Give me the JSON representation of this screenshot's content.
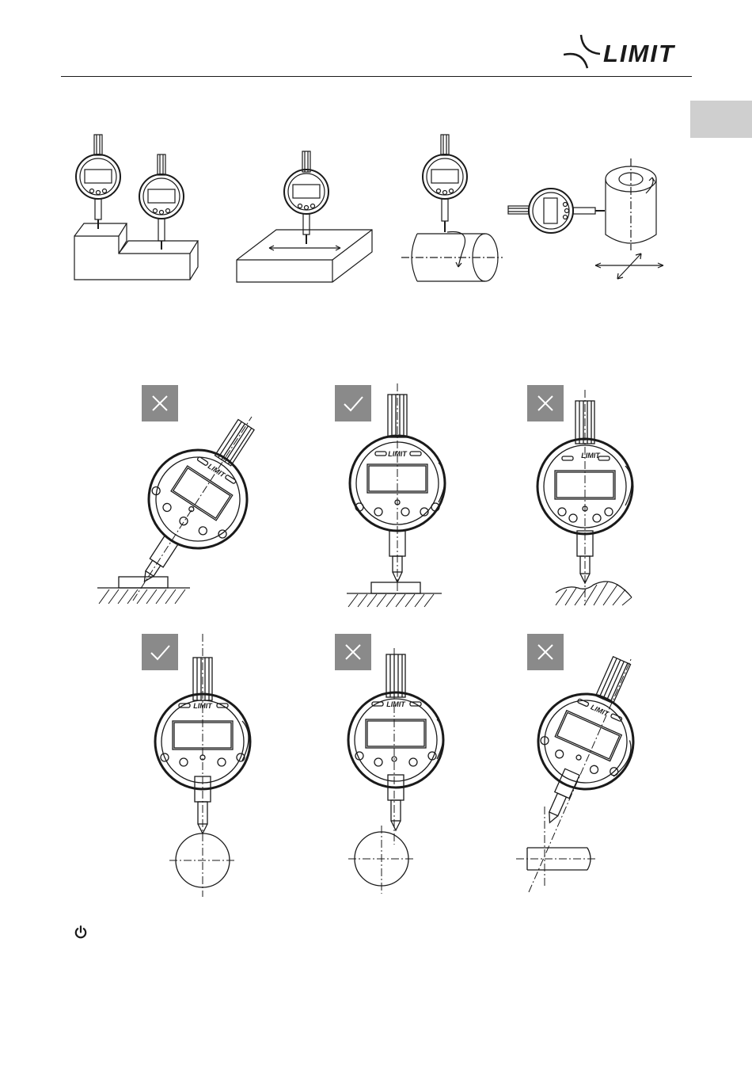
{
  "brand": {
    "name": "LIMIT",
    "color": "#1a1a1a",
    "tab_color": "#cfcfcf",
    "badge_color": "#8a8a8a"
  },
  "dial": {
    "brand_label": "LIMIT"
  },
  "examples": [
    {
      "id": "tilted-flat",
      "mark": "cross"
    },
    {
      "id": "straight-flat",
      "mark": "check"
    },
    {
      "id": "rough-surface",
      "mark": "cross"
    },
    {
      "id": "centered-cylinder",
      "mark": "check"
    },
    {
      "id": "offset-cylinder",
      "mark": "cross"
    },
    {
      "id": "tilted-cylinder",
      "mark": "cross"
    }
  ],
  "icons": {
    "power": "power-icon",
    "check": "check-icon",
    "cross": "cross-icon"
  }
}
